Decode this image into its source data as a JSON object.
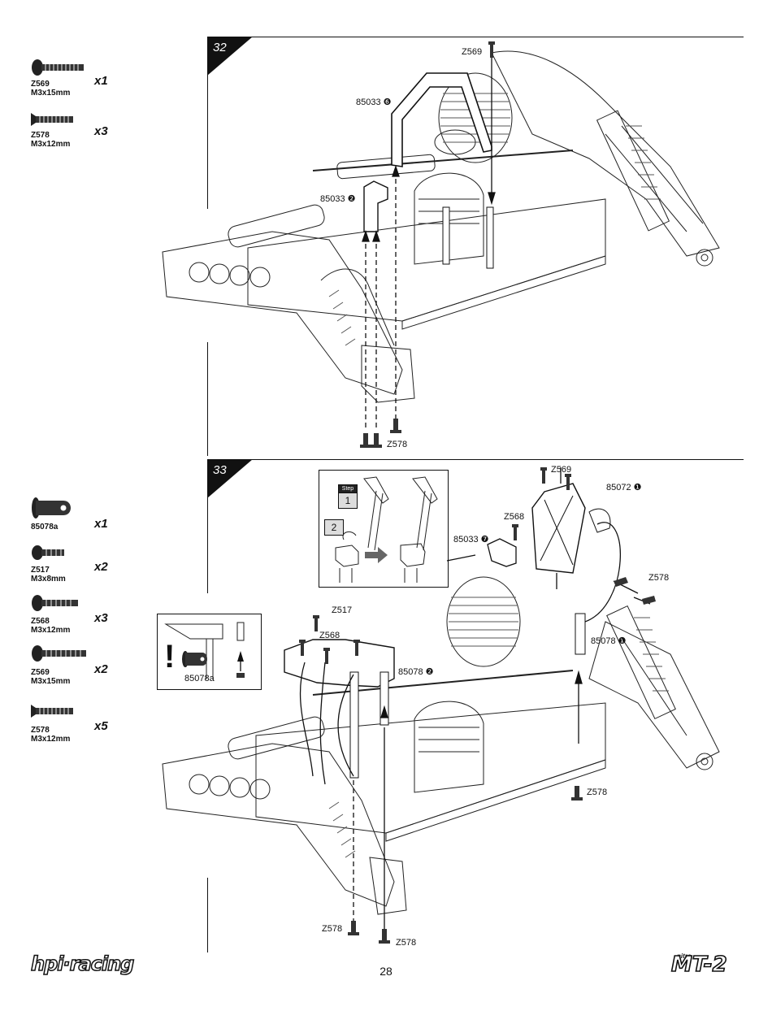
{
  "steps": [
    {
      "number": "32",
      "parts": [
        {
          "code": "Z569",
          "size": "M3x15mm",
          "qty": "x1",
          "icon": "screw-long-icon"
        },
        {
          "code": "Z578",
          "size": "M3x12mm",
          "qty": "x3",
          "icon": "screw-countersunk-icon"
        }
      ],
      "callouts": {
        "z569": "Z569",
        "p85033_6": "85033 ❻",
        "p85033_2": "85033 ❷",
        "z578": "Z578"
      }
    },
    {
      "number": "33",
      "parts": [
        {
          "code": "85078a",
          "size": "",
          "qty": "x1",
          "icon": "pin-icon"
        },
        {
          "code": "Z517",
          "size": "M3x8mm",
          "qty": "x2",
          "icon": "screw-short-icon"
        },
        {
          "code": "Z568",
          "size": "M3x12mm",
          "qty": "x3",
          "icon": "screw-long-icon"
        },
        {
          "code": "Z569",
          "size": "M3x15mm",
          "qty": "x2",
          "icon": "screw-long-icon"
        },
        {
          "code": "Z578",
          "size": "M3x12mm",
          "qty": "x5",
          "icon": "screw-countersunk-icon"
        }
      ],
      "callouts": {
        "z569": "Z569",
        "p85072_1": "85072 ❶",
        "z568_top": "Z568",
        "p85033_7": "85033 ❼",
        "z578_right": "Z578",
        "p85078_1": "85078 ❶",
        "z517": "Z517",
        "z568_mid": "Z568",
        "p85078_2": "85078 ❷",
        "z578_bottom_right": "Z578",
        "z578_bottom_a": "Z578",
        "z578_bottom_b": "Z578",
        "inset_pin": "85078a",
        "inset_step_word": "Step",
        "inset_step_1": "1",
        "inset_step_2": "2"
      }
    }
  ],
  "footer": {
    "brand_left": "hpi·racing",
    "page_number": "28",
    "brand_right_small": "nitro",
    "brand_right": "MT-2"
  }
}
